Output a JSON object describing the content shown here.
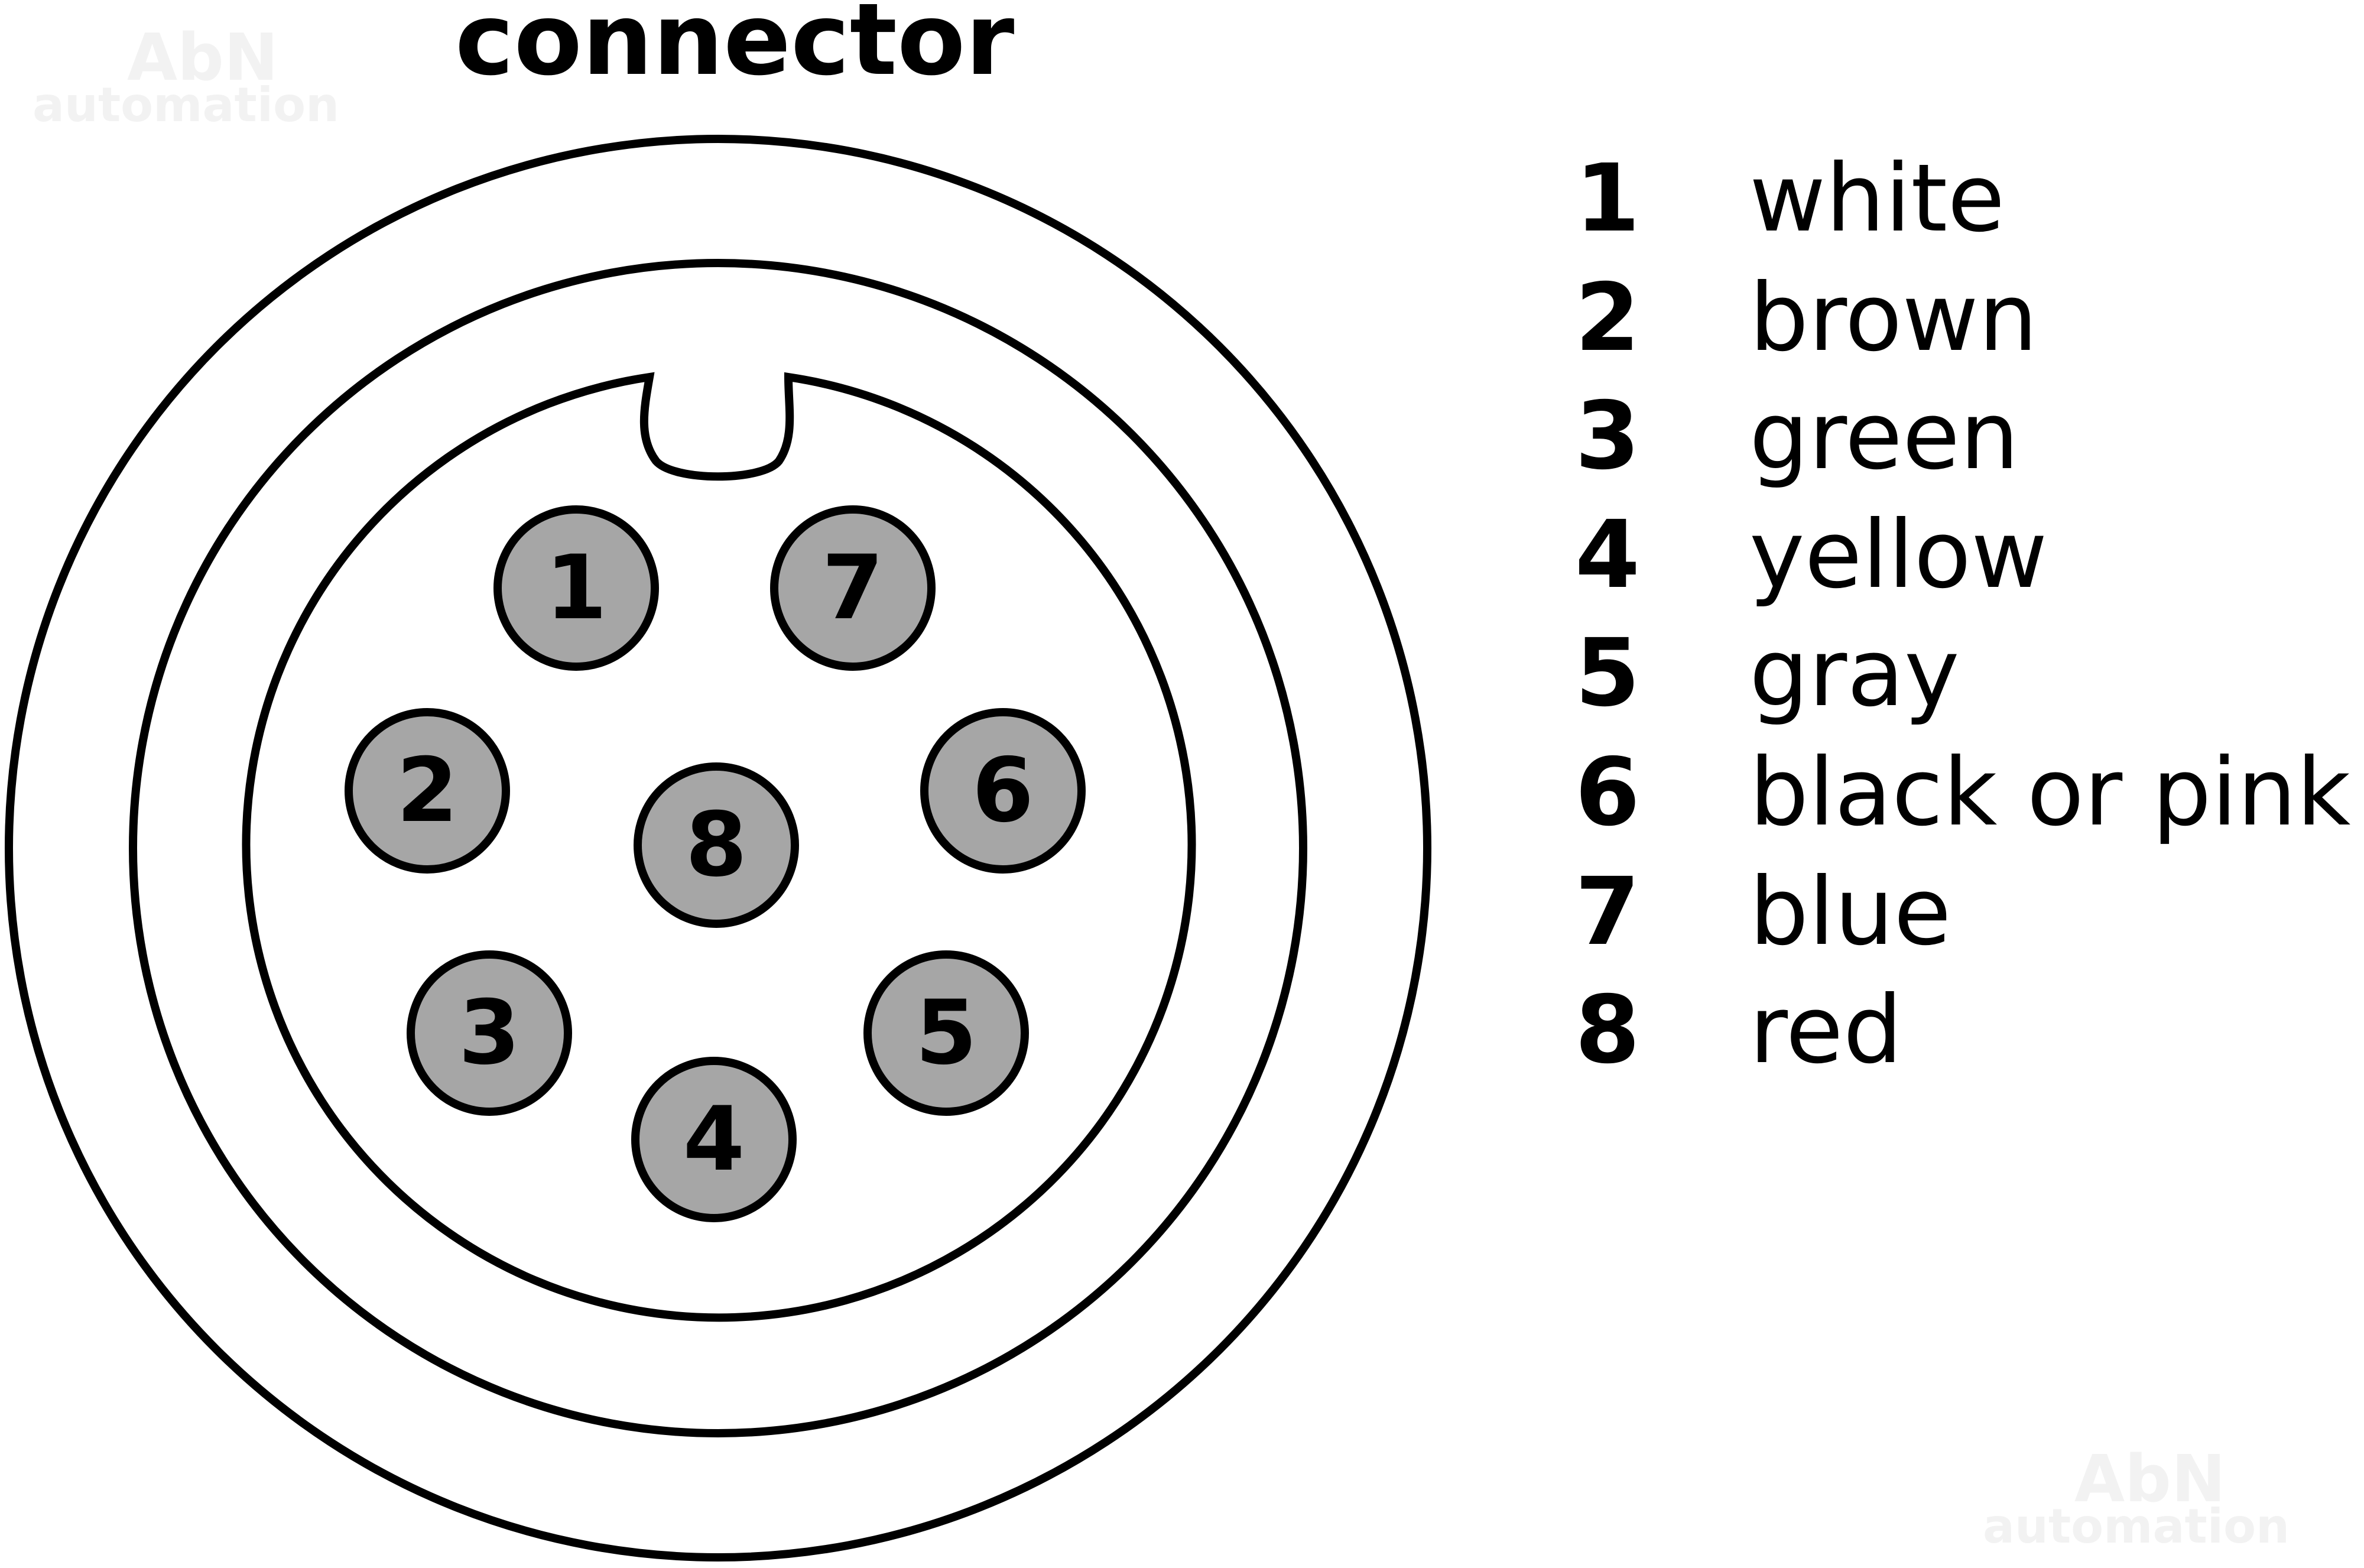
{
  "title": "connector",
  "watermark": {
    "line1": "AbN",
    "line2": "automation"
  },
  "pins": [
    {
      "number": "1"
    },
    {
      "number": "7"
    },
    {
      "number": "2"
    },
    {
      "number": "6"
    },
    {
      "number": "8"
    },
    {
      "number": "3"
    },
    {
      "number": "5"
    },
    {
      "number": "4"
    }
  ],
  "pin_fill_color": "#a6a6a6",
  "legend": [
    {
      "number": "1",
      "color": "white"
    },
    {
      "number": "2",
      "color": "brown"
    },
    {
      "number": "3",
      "color": "green"
    },
    {
      "number": "4",
      "color": "yellow"
    },
    {
      "number": "5",
      "color": "gray"
    },
    {
      "number": "6",
      "color": "black or pink"
    },
    {
      "number": "7",
      "color": "blue"
    },
    {
      "number": "8",
      "color": "red"
    }
  ]
}
